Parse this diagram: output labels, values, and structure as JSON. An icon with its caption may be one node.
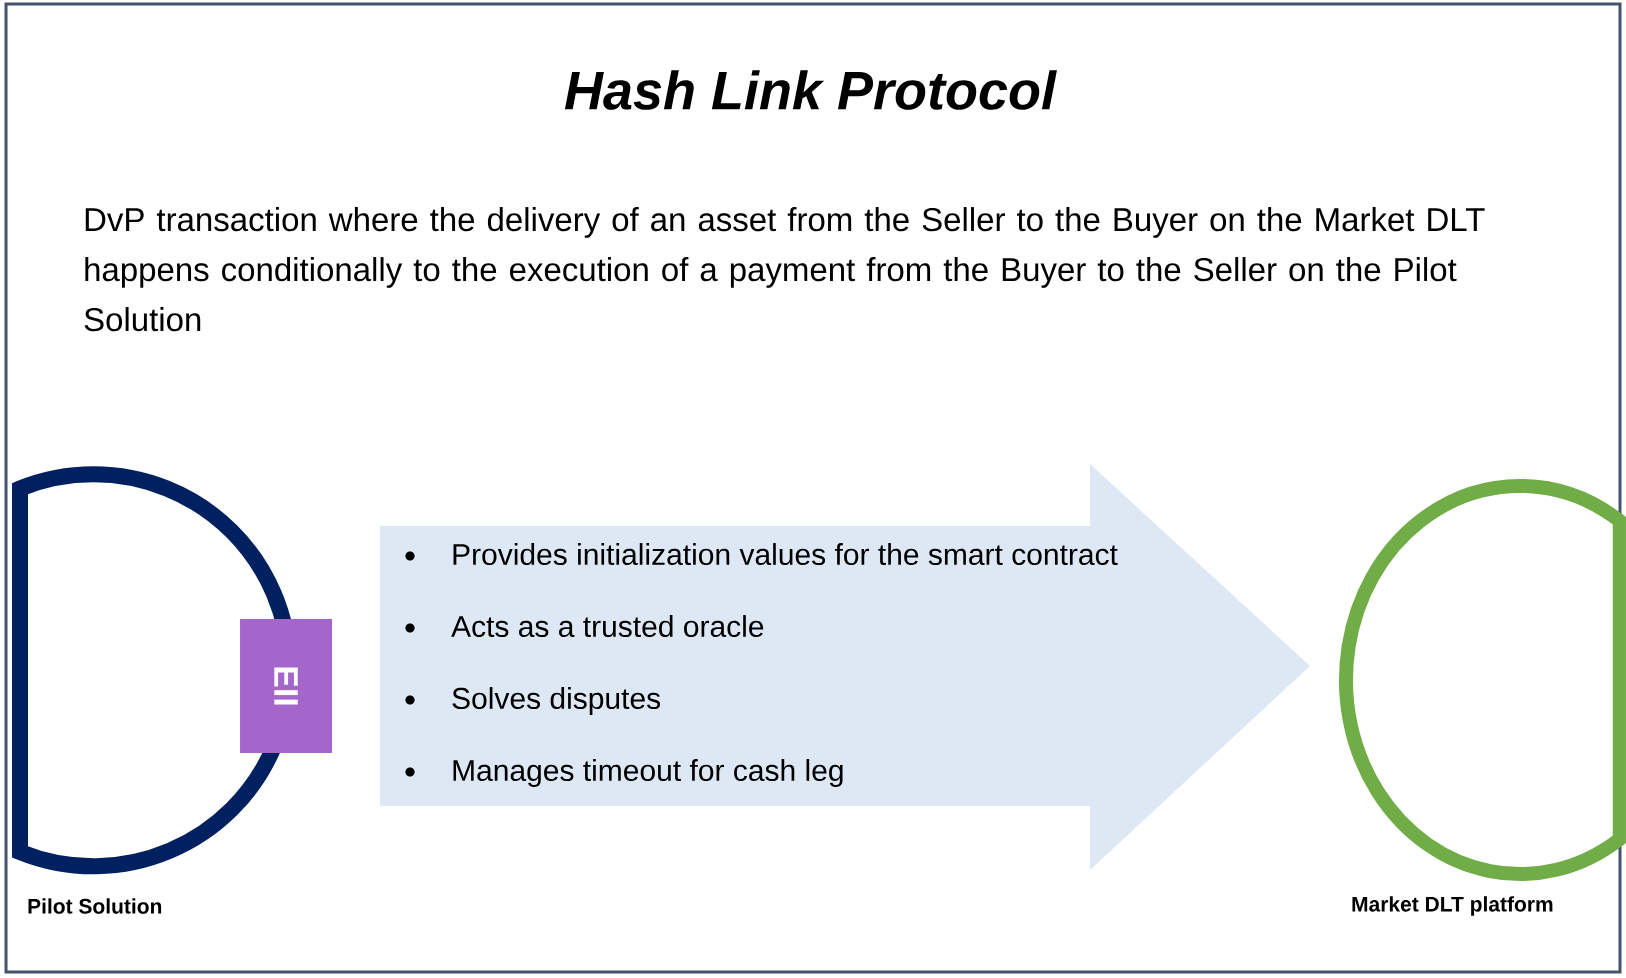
{
  "diagram": {
    "title": "Hash Link Protocol",
    "nodes": [
      {
        "text": [
          "Pilot Solution"
        ]
      },
      {
        "text": [
          "EII"
        ]
      },
      {
        "text": [
          "Provides initialization values for the smart contract",
          "Acts as a trusted oracle",
          "Solves disputes",
          "Manages timeout for cash leg"
        ]
      },
      {
        "text": [
          "Market DLT platform"
        ]
      }
    ],
    "labels": [
      "DvP transaction where the delivery of an asset from the Seller to the Buyer on the Market DLT happens conditionally to the execution of a payment from the Buyer to the Seller on the Pilot Solution"
    ]
  }
}
